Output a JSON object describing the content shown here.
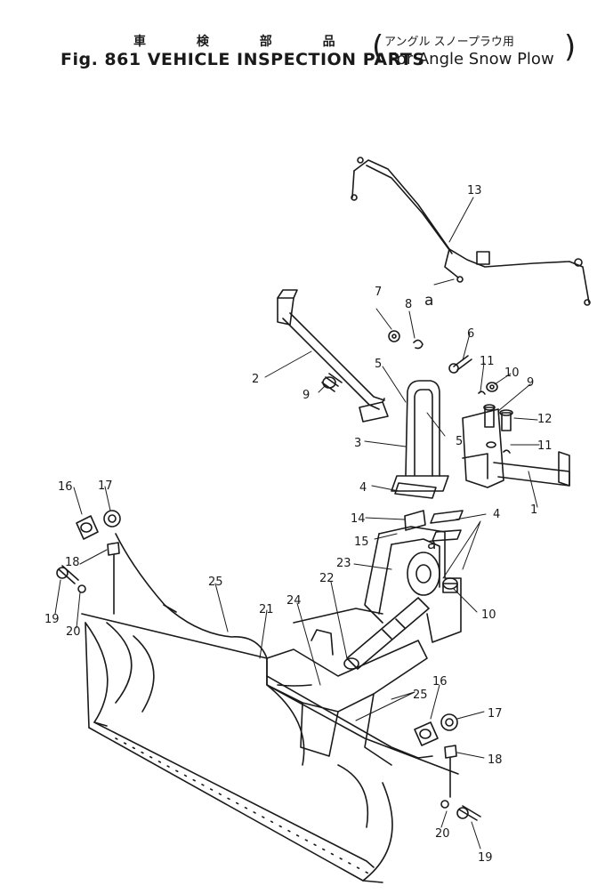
{
  "title": {
    "jp_main": "車 検 部 品",
    "jp_sub": "アングル スノープラウ用",
    "en_main": "Fig. 861 VEHICLE INSPECTION PARTS",
    "en_sub": "For Angle Snow Plow"
  },
  "callouts": [
    "1",
    "2",
    "3",
    "4",
    "4",
    "5",
    "5",
    "6",
    "7",
    "8",
    "9",
    "9",
    "10",
    "10",
    "11",
    "11",
    "12",
    "13",
    "14",
    "15",
    "16",
    "16",
    "17",
    "17",
    "18",
    "18",
    "19",
    "19",
    "20",
    "20",
    "21",
    "22",
    "23",
    "24",
    "25",
    "25"
  ],
  "markers": [
    "a",
    "a"
  ],
  "colors": {
    "ink": "#1a1a1a",
    "paper": "#ffffff"
  }
}
